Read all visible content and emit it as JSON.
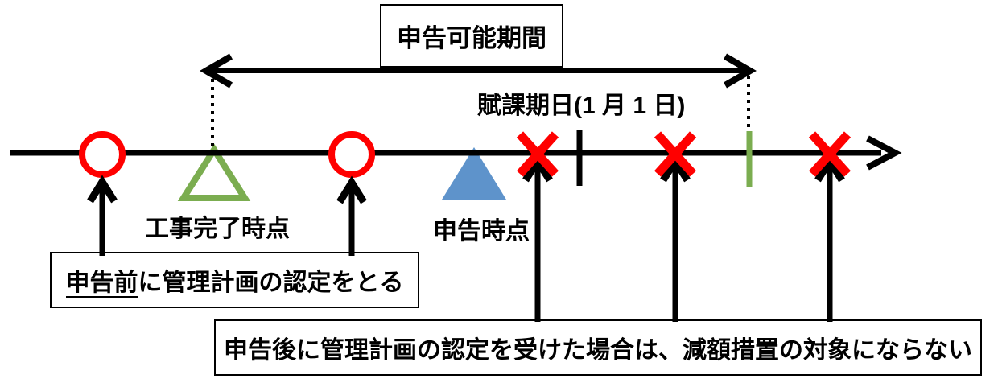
{
  "colors": {
    "red": "#ff0000",
    "green": "#7bad50",
    "blue": "#5e93cb",
    "black": "#000000"
  },
  "top_box": {
    "label": "申告可能期間"
  },
  "labels": {
    "assessment_date": "賦課期日(1 月 1 日)",
    "construction_complete": "工事完了時点",
    "declaration_point": "申告時点"
  },
  "before_box": {
    "underlined": "申告前",
    "rest": "に管理計画の認定をとる"
  },
  "after_box": {
    "label": "申告後に管理計画の認定を受けた場合は、減額措置の対象にならない"
  },
  "icon_glyphs": {
    "circle_marker": "○",
    "x_marker": "✕",
    "construction_complete_marker": "△",
    "declaration_marker": "▲"
  }
}
